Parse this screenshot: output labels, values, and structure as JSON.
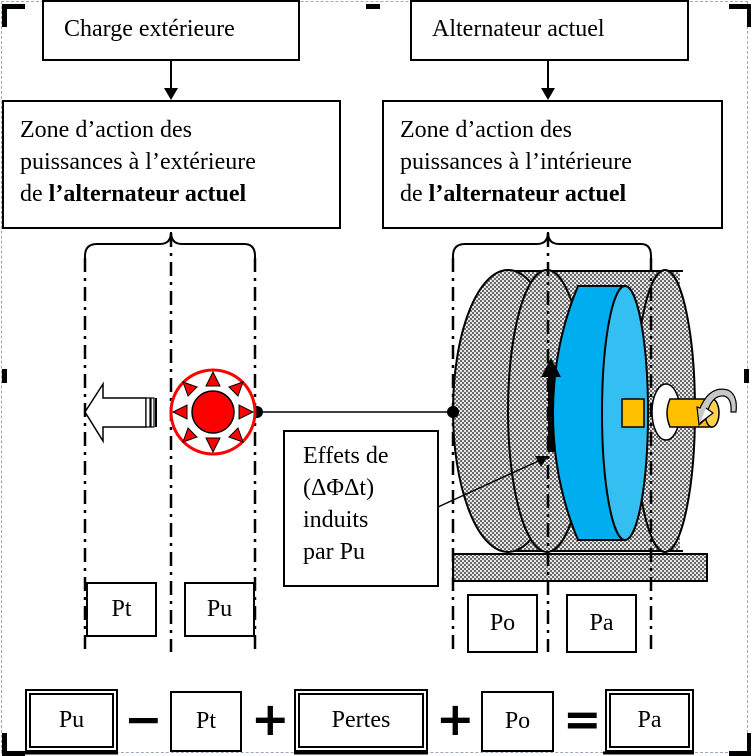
{
  "title_boxes": {
    "left": "Charge extérieure",
    "right": "Alternateur actuel"
  },
  "zone_boxes": {
    "left": {
      "line1": "Zone d’action des",
      "line2": "puissances à l’extérieure",
      "line3_prefix": "de ",
      "line3_bold": "l’alternateur actuel"
    },
    "right": {
      "line1": "Zone d’action des",
      "line2": "puissances à l’intérieure",
      "line3_prefix": "de ",
      "line3_bold": "l’alternateur actuel"
    }
  },
  "effets_box": {
    "line1": "Effets de",
    "line2": "(ΔΦΔt)",
    "line3": "induits",
    "line4": "par Pu"
  },
  "power_labels": {
    "pt": "Pt",
    "pu": "Pu",
    "po": "Po",
    "pa": "Pa"
  },
  "equation": {
    "terms": [
      "Pu",
      "Pt",
      "Pertes",
      "Po",
      "Pa"
    ],
    "operators": [
      "−",
      "+",
      "+",
      "="
    ]
  },
  "colors": {
    "lamp_red": "#ff0000",
    "rotor_blue": "#00aeef",
    "rotor_face": "#33bff2",
    "shaft_yellow": "#ffc000",
    "shaft_face": "#ffd24d",
    "rotation_gray": "#c8c8c8",
    "frame_border": "#9aa9bb"
  },
  "icons": {
    "output_arrow": "arrow-left-icon",
    "lamp": "lamp-sun-icon",
    "alternator": "alternator-icon",
    "rotation": "rotation-arrow-icon"
  }
}
